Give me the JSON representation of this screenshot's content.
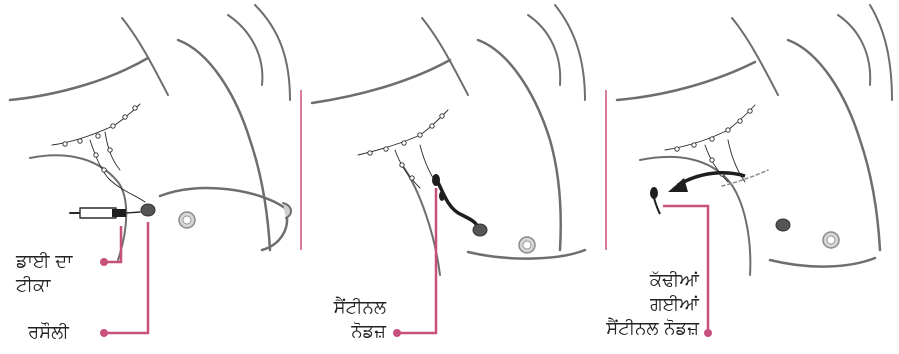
{
  "panels": [
    {
      "labels": [
        {
          "lines": [
            "ਡਾਈ ਦਾ",
            "ਟੀਕਾ"
          ]
        },
        {
          "lines": [
            "ਰਸੌਲੀ"
          ]
        }
      ]
    },
    {
      "labels": [
        {
          "lines": [
            "ਸੈਂਟੀਨਲ",
            "ਨੋਡਜ਼"
          ]
        }
      ]
    },
    {
      "labels": [
        {
          "lines": [
            "ਕੱਢੀਆਂ",
            "ਗਈਆਂ",
            "ਸੈਂਟੀਨਲ ਨੋਡਜ਼"
          ]
        }
      ]
    }
  ],
  "colors": {
    "outline": "#6e6e6e",
    "callout": "#c8507d",
    "divider": "#c8507d",
    "dye": "#1e1e1e",
    "tumor": "#555555",
    "text": "#222222"
  }
}
